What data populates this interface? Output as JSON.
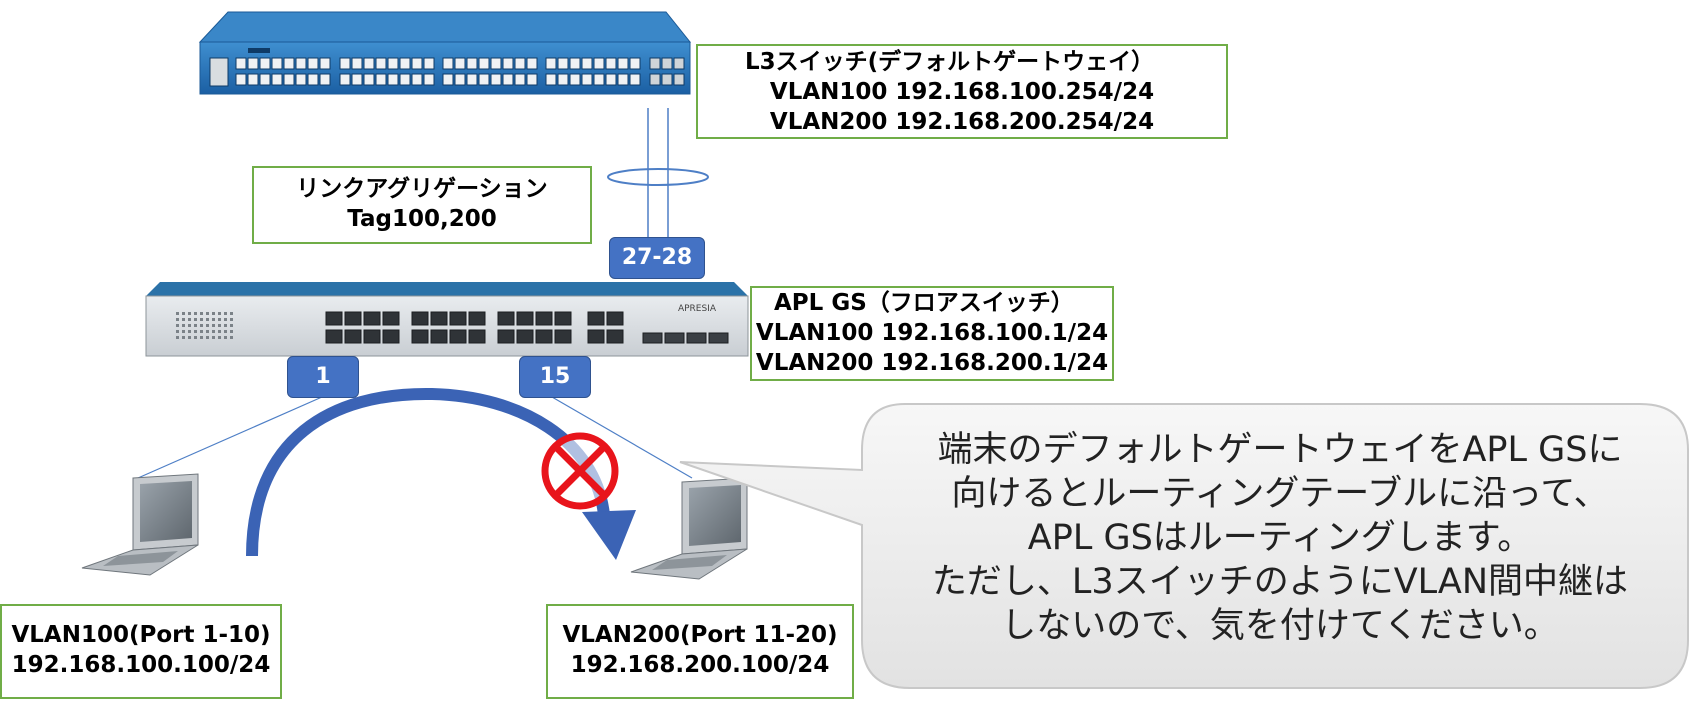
{
  "l3_switch": {
    "title": "L3スイッチ(デフォルトゲートウェイ）",
    "vlan100": "VLAN100 192.168.100.254/24",
    "vlan200": "VLAN200 192.168.200.254/24"
  },
  "link_aggregation": {
    "title": "リンクアグリゲーション",
    "tags": "Tag100,200"
  },
  "apl_gs": {
    "brand": "APRESIA",
    "title": "APL GS（フロアスイッチ）",
    "vlan100": "VLAN100 192.168.100.1/24",
    "vlan200": "VLAN200 192.168.200.1/24"
  },
  "ports": {
    "uplink": "27-28",
    "port_a": "1",
    "port_b": "15"
  },
  "pc_vlan100": {
    "label": "VLAN100(Port 1-10)",
    "ip": "192.168.100.100/24"
  },
  "pc_vlan200": {
    "label": "VLAN200(Port 11-20)",
    "ip": "192.168.200.100/24"
  },
  "callout": {
    "lines": [
      "端末のデフォルトゲートウェイをAPL GSに",
      "向けるとルーティングテーブルに沿って、",
      "APL GSはルーティングします。",
      "ただし、L3スイッチのようにVLAN間中継は",
      "しないので、気を付けてください。"
    ]
  },
  "colors": {
    "box_border": "#70ad47",
    "port_badge": "#4472c4",
    "arrow": "#3b63b5",
    "blocked": "#e8141b"
  }
}
